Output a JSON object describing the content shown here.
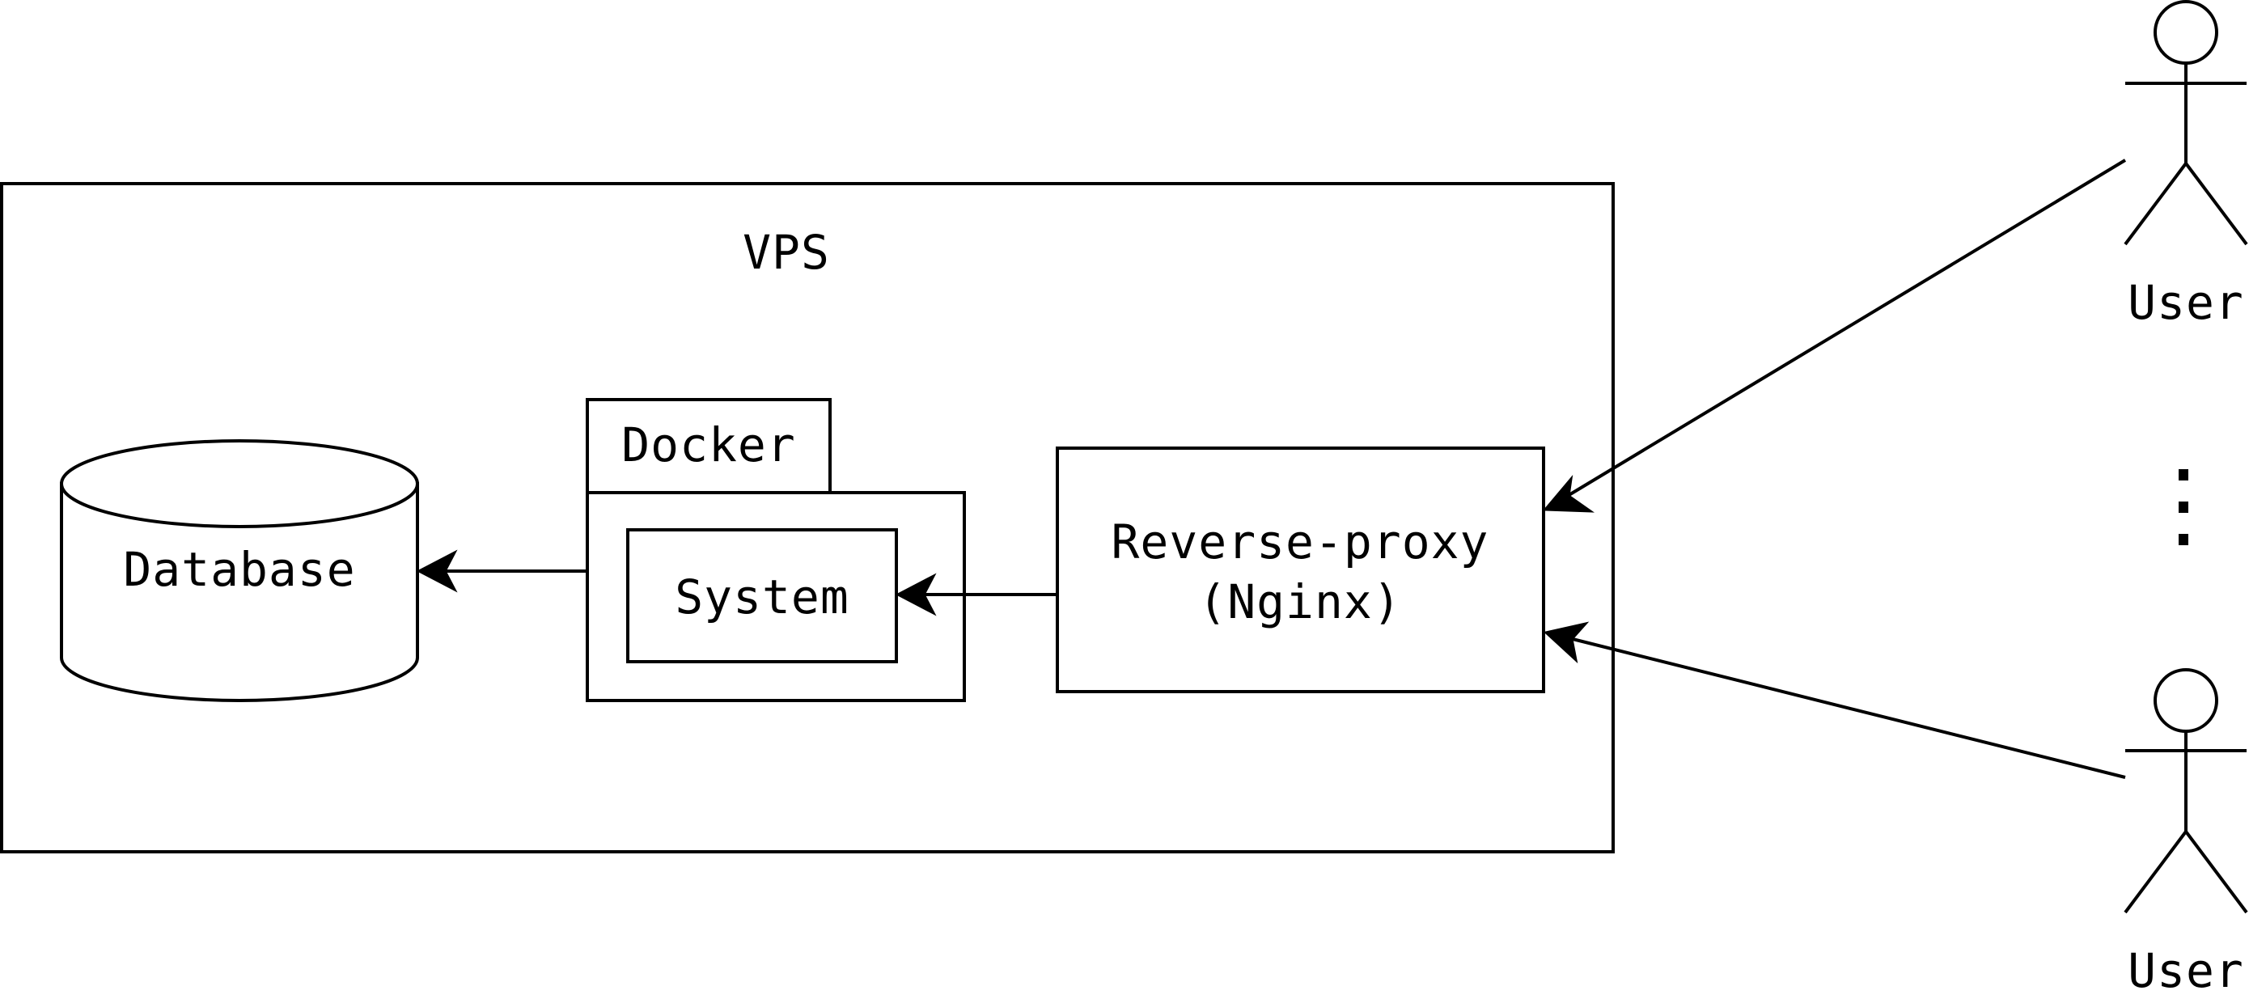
{
  "diagram": {
    "vps_label": "VPS",
    "docker_label": "Docker",
    "system_label": "System",
    "database_label": "Database",
    "proxy_label_line1": "Reverse-proxy",
    "proxy_label_line2": "(Nginx)",
    "user_top_label": "User",
    "user_bottom_label": "User",
    "ellipsis": "⋮"
  }
}
